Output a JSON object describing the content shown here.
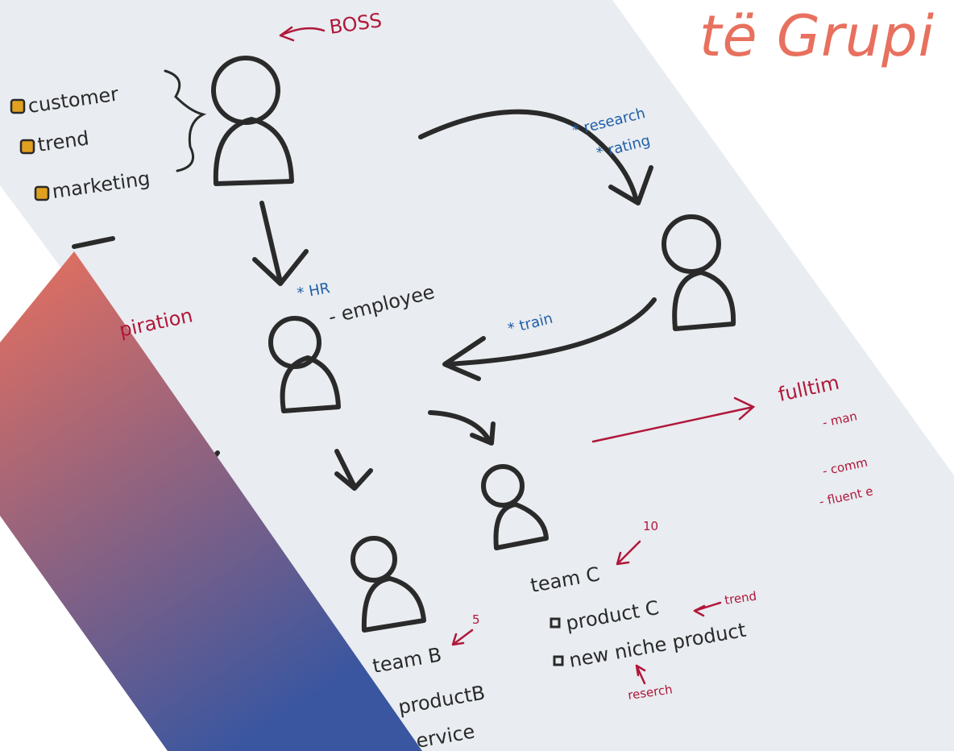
{
  "title": "të Grupi",
  "colors": {
    "title": "#e8705e",
    "ink": "#2a2a2a",
    "red_marker": "#b0173a",
    "blue_marker": "#1f5fa8",
    "board": "#e9ecf0",
    "checkbox": "#e0a020",
    "gradient_top": "#e8705e",
    "gradient_bottom": "#3a56a0"
  },
  "sketch": {
    "boss_label": "BOSS",
    "checklist": [
      "customer",
      "trend",
      "marketing"
    ],
    "research_notes": [
      "* research",
      "* rating"
    ],
    "hr_note": "* HR",
    "employee_note": "- employee",
    "train_note": "* train",
    "inspiration": "piration",
    "fulltime": {
      "heading": "fulltim",
      "lines": [
        "- man",
        "- comm",
        "- fluent e"
      ]
    },
    "team_c": {
      "label": "team C",
      "count": "10",
      "items": [
        "product C",
        "new niche product"
      ],
      "trend_note": "trend",
      "research_note": "reserch"
    },
    "team_b": {
      "label": "team B",
      "count": "5",
      "items": [
        "productB",
        "ervice"
      ]
    }
  }
}
